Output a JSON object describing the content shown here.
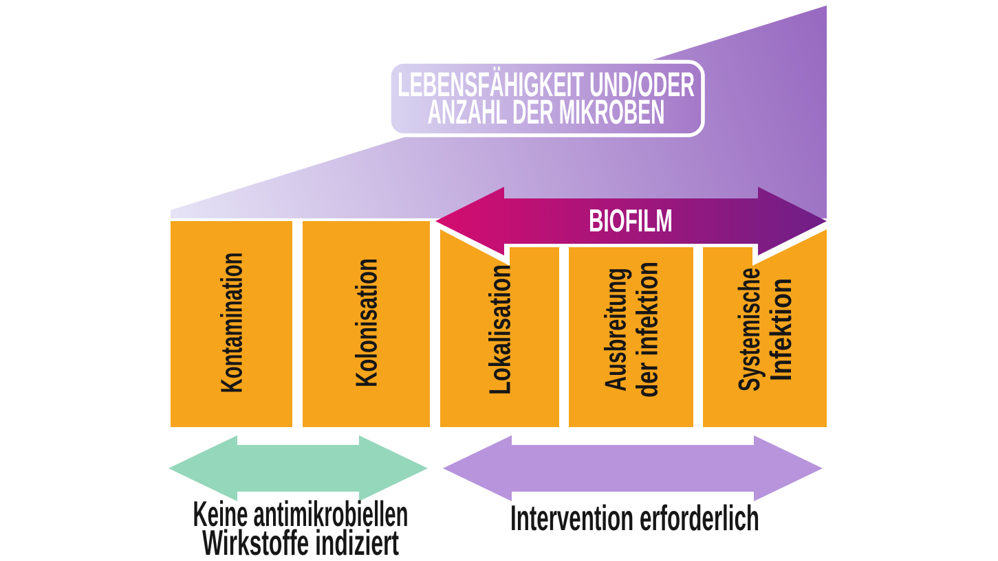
{
  "diagram": {
    "title_box": {
      "line1": "LEBENSFÄHIGKEIT UND/ODER",
      "line2": "ANZAHL DER MIKROBEN"
    },
    "biofilm_label": "BIOFILM",
    "stages": [
      {
        "lines": [
          "Kontamination"
        ]
      },
      {
        "lines": [
          "Kolonisation"
        ]
      },
      {
        "lines": [
          "Lokalisation"
        ]
      },
      {
        "lines": [
          "Ausbreitung",
          "der infektion"
        ]
      },
      {
        "lines": [
          "Systemische",
          "Infektion"
        ]
      }
    ],
    "no_antimicrobials_caption": {
      "line1": "Keine antimikrobiellen",
      "line2": "Wirkstoffe indiziert"
    },
    "intervention_caption": "Intervention erforderlich"
  },
  "colors": {
    "background": "#FFFFFF",
    "box_orange": "#F5A41C",
    "box_text": "#161616",
    "wedge_light": "#E6E3F6",
    "wedge_dark": "#9768C0",
    "title_box_light": "#D9D4F1",
    "title_box_dark": "#A478C8",
    "title_box_border": "#FFFFFF",
    "title_text": "#FFFFFF",
    "biofilm_left": "#D50C6F",
    "biofilm_right": "#6E1F87",
    "biofilm_text": "#FFFFFF",
    "green_arrow": "#95D7BB",
    "purple_arrow": "#B794DC",
    "caption_text": "#161616"
  }
}
